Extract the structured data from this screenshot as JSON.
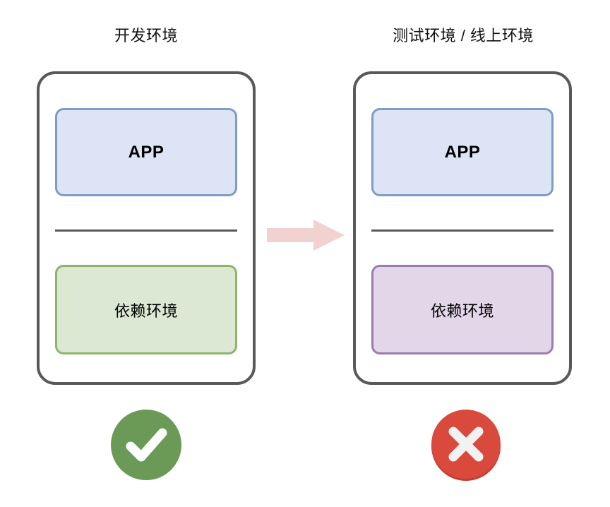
{
  "diagram": {
    "title_left": "开发环境",
    "title_right": "测试环境 / 线上环境",
    "columns": [
      {
        "id": "dev",
        "title": "开发环境",
        "layers": [
          {
            "id": "app",
            "label": "APP",
            "fill": "#dce4f5",
            "border": "#7d9dc6"
          },
          {
            "id": "dependency",
            "label": "依赖环境",
            "fill": "#dde8d4",
            "border": "#8cb46d"
          }
        ],
        "status": {
          "icon": "check-circle-icon",
          "meaning": "ok",
          "color": "#6a9a55"
        }
      },
      {
        "id": "test-prod",
        "title": "测试环境 / 线上环境",
        "layers": [
          {
            "id": "app",
            "label": "APP",
            "fill": "#dce4f5",
            "border": "#7d9dc6"
          },
          {
            "id": "dependency",
            "label": "依赖环境",
            "fill": "#e2d6e8",
            "border": "#9b7caf"
          }
        ],
        "status": {
          "icon": "x-circle-icon",
          "meaning": "fail",
          "color": "#d9493c"
        }
      }
    ],
    "arrow": {
      "icon": "right-arrow-icon",
      "color": "#f2d2d0"
    },
    "colors": {
      "card_border": "#595959",
      "divider": "#595959",
      "background": "#ffffff",
      "text": "#000000",
      "status_ok": "#6a9a55",
      "status_fail": "#d9493c",
      "arrow": "#f2d2d0"
    }
  }
}
